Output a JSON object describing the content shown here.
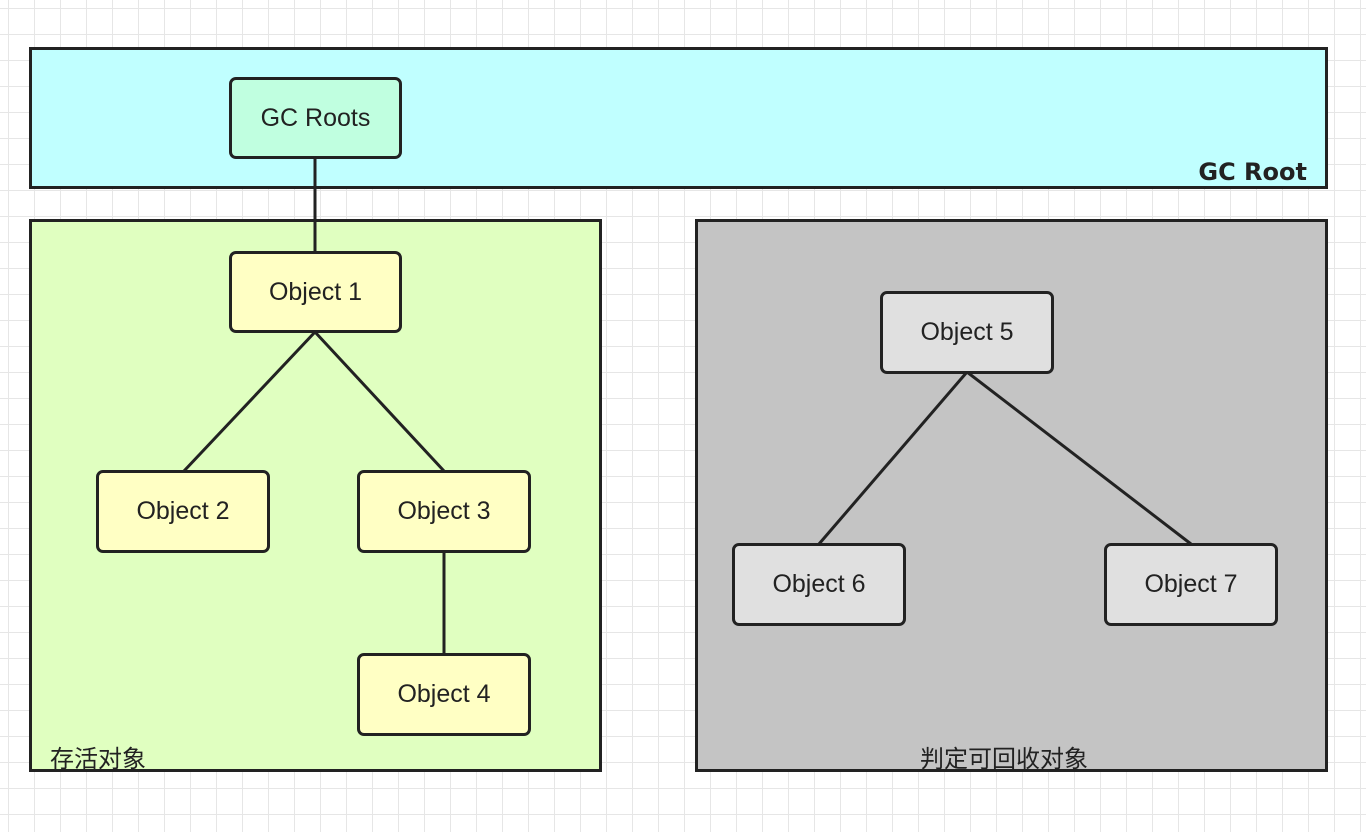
{
  "regions": {
    "gc_root": {
      "label": "GC Root",
      "color": "#c0ffff"
    },
    "alive": {
      "label": "存活对象",
      "color": "#e0ffc0"
    },
    "collectable": {
      "label": "判定可回收对象",
      "color": "#c4c4c4"
    }
  },
  "nodes": {
    "gc_roots": {
      "label": "GC Roots",
      "color": "#c0ffe0"
    },
    "object_1": {
      "label": "Object 1",
      "color": "#ffffc4"
    },
    "object_2": {
      "label": "Object 2",
      "color": "#ffffc4"
    },
    "object_3": {
      "label": "Object 3",
      "color": "#ffffc4"
    },
    "object_4": {
      "label": "Object 4",
      "color": "#ffffc4"
    },
    "object_5": {
      "label": "Object 5",
      "color": "#e0e0e0"
    },
    "object_6": {
      "label": "Object 6",
      "color": "#e0e0e0"
    },
    "object_7": {
      "label": "Object 7",
      "color": "#e0e0e0"
    }
  },
  "edges": [
    {
      "from": "GC Roots",
      "to": "Object 1"
    },
    {
      "from": "Object 1",
      "to": "Object 2"
    },
    {
      "from": "Object 1",
      "to": "Object 3"
    },
    {
      "from": "Object 3",
      "to": "Object 4"
    },
    {
      "from": "Object 5",
      "to": "Object 6"
    },
    {
      "from": "Object 5",
      "to": "Object 7"
    }
  ]
}
